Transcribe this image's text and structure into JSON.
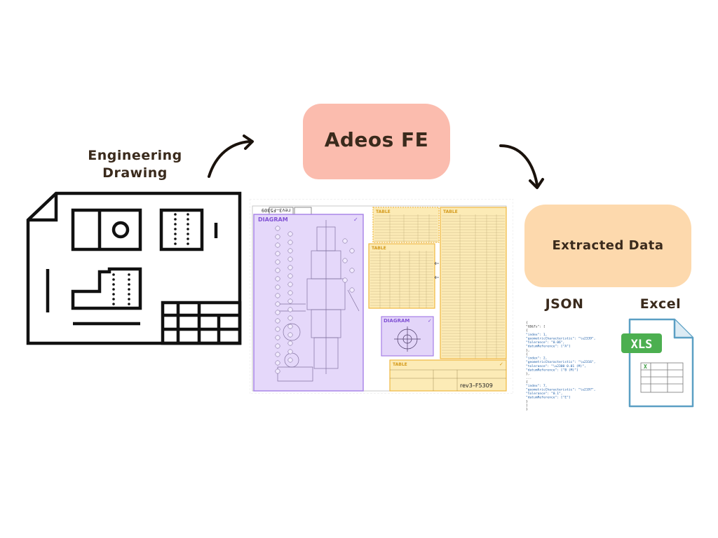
{
  "input": {
    "label_line1": "Engineering",
    "label_line2": "Drawing"
  },
  "process": {
    "label": "Adeos FE"
  },
  "output": {
    "label": "Extracted Data",
    "formats": {
      "json": "JSON",
      "excel": "Excel",
      "xls_badge": "XLS",
      "x_mark": "X"
    },
    "json_lines": [
      "{",
      "  \"GD&Ts\": [",
      "    {",
      "      \"index\": 1,",
      "      \"geometricCharacteristic\": \"\\u2339\",",
      "      \"tolerance\": \"0.06\",",
      "      \"datumReference\": [\"A\"]",
      "    },",
      "    {",
      "      \"index\": 2,",
      "      \"geometricCharacteristic\": \"\\u2316\",",
      "      \"tolerance\": \"\\u2300 0.01 (M)\",",
      "      \"datumReference\": [\"B (M)\"]",
      "    },",
      "    ...",
      "    {",
      "      \"index\": 7,",
      "      \"geometricCharacteristic\": \"\\u2197\",",
      "      \"tolerance\": \"0.1\",",
      "      \"datumReference\": [\"E\"]",
      "    }",
      "  ]",
      "}"
    ]
  },
  "annotated_drawing": {
    "regions": {
      "diagram_main": "DIAGRAM",
      "diagram_small": "DIAGRAM",
      "table_top": "TABLE",
      "table_middle": "TABLE",
      "table_right": "TABLE",
      "title_block": "TABLE",
      "check": "✓"
    },
    "drawing_number": "rev3–F5309",
    "drawing_number_flipped": "rev3–F5309"
  },
  "colors": {
    "pink_box": "#fbbcae",
    "peach_box": "#fdd9ad",
    "diagram_region": "#c9aef5",
    "table_region": "#f3c95a",
    "xls_green": "#4caf50",
    "xls_blue_outline": "#5b9fc4"
  }
}
